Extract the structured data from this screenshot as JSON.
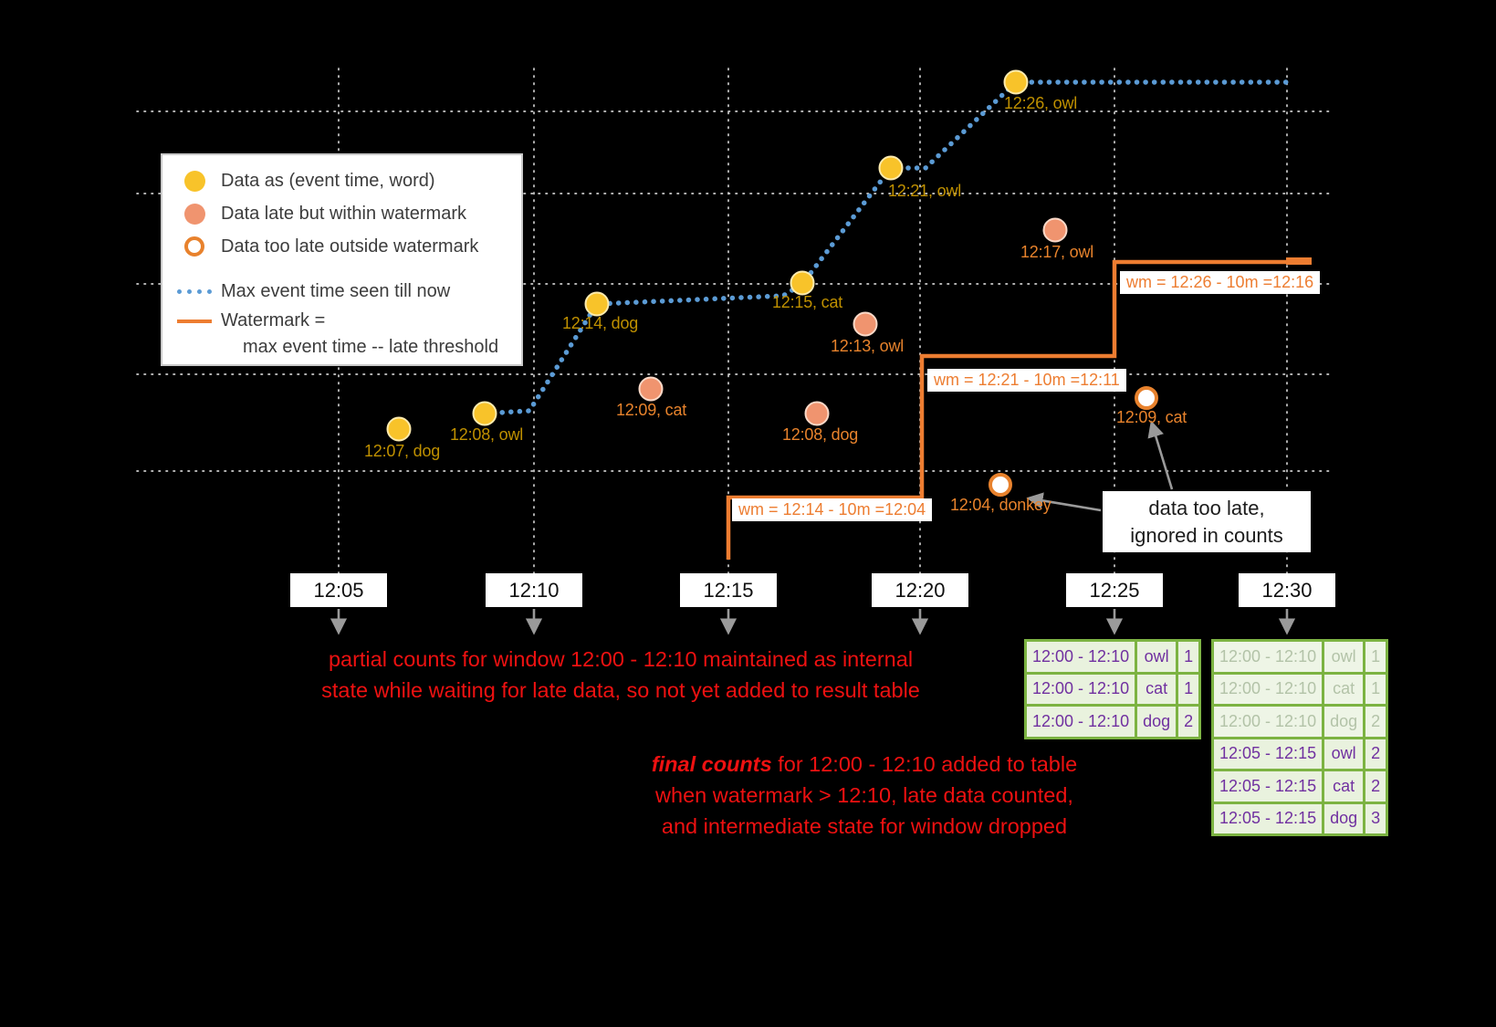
{
  "legend": {
    "items": [
      {
        "label": "Data as (event time, word)"
      },
      {
        "label": "Data late but within watermark"
      },
      {
        "label": "Data too late outside watermark"
      },
      {
        "label": "Max event time seen till now"
      },
      {
        "label": "Watermark =",
        "label2": "max event time -- late threshold"
      }
    ]
  },
  "points": {
    "on_time": [
      {
        "label": "12:07, dog"
      },
      {
        "label": "12:08, owl"
      },
      {
        "label": "12:14, dog"
      },
      {
        "label": "12:15, cat"
      },
      {
        "label": "12:21, owl"
      },
      {
        "label": "12:26, owl"
      }
    ],
    "late": [
      {
        "label": "12:09, cat"
      },
      {
        "label": "12:08, dog"
      },
      {
        "label": "12:13, owl"
      },
      {
        "label": "12:17, owl"
      }
    ],
    "too_late": [
      {
        "label": "12:04, donkey"
      },
      {
        "label": "12:09, cat"
      }
    ]
  },
  "watermark_steps": [
    {
      "label": "wm = 12:14 - 10m =12:04"
    },
    {
      "label": "wm = 12:21 - 10m =12:11"
    },
    {
      "label": "wm = 12:26 - 10m =12:16"
    }
  ],
  "time_axis": [
    "12:05",
    "12:10",
    "12:15",
    "12:20",
    "12:25",
    "12:30"
  ],
  "annotations": {
    "partial": {
      "line1": "partial counts for window 12:00 - 12:10 maintained as internal",
      "line2": "state while waiting for late data, so not yet added to result table"
    },
    "final": {
      "emphasis": "final counts",
      "line1_rest": " for 12:00 - 12:10 added to table",
      "line2": "when watermark > 12:10, late data counted,",
      "line3": "and intermediate state for window dropped"
    },
    "too_late_note": {
      "line1": "data too late,",
      "line2": "ignored in counts"
    }
  },
  "result_tables": {
    "at_12_25": {
      "rows": [
        [
          "12:00 - 12:10",
          "owl",
          "1"
        ],
        [
          "12:00 - 12:10",
          "cat",
          "1"
        ],
        [
          "12:00 - 12:10",
          "dog",
          "2"
        ]
      ]
    },
    "at_12_30": {
      "faded_rows": [
        [
          "12:00 - 12:10",
          "owl",
          "1"
        ],
        [
          "12:00 - 12:10",
          "cat",
          "1"
        ],
        [
          "12:00 - 12:10",
          "dog",
          "2"
        ]
      ],
      "rows": [
        [
          "12:05 - 12:15",
          "owl",
          "2"
        ],
        [
          "12:05 - 12:15",
          "cat",
          "2"
        ],
        [
          "12:05 - 12:15",
          "dog",
          "3"
        ]
      ]
    }
  },
  "colors": {
    "background": "#000000",
    "on_time_point": "#F8C32A",
    "late_point": "#F0946F",
    "too_late_ring": "#E8822D",
    "max_event_time_line": "#5B9BD5",
    "watermark_line": "#ED7D31",
    "on_time_label": "#BF9000",
    "late_label": "#E8832C",
    "annotation_red": "#EE1111",
    "table_border_green": "#7CB342",
    "table_cell_bg": "#E9F2DE",
    "table_text_purple": "#7030A0"
  }
}
